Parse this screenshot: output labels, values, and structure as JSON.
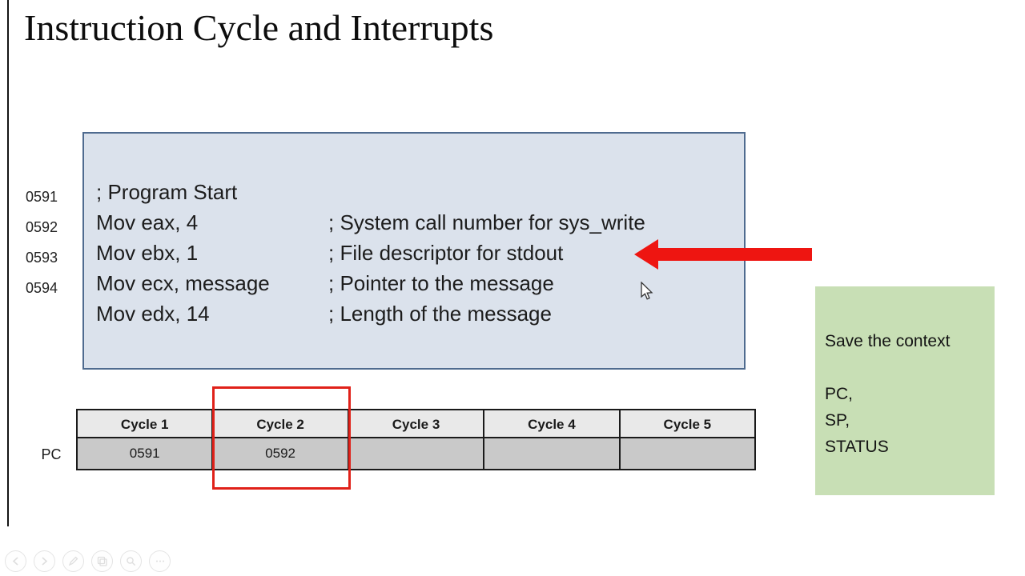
{
  "slide": {
    "title": "Instruction Cycle and Interrupts"
  },
  "code_block": {
    "lines": [
      {
        "addr": "",
        "instr": "; Program Start",
        "comment": ""
      },
      {
        "addr": "0591",
        "instr": "Mov eax, 4",
        "comment": "; System call number for sys_write"
      },
      {
        "addr": "0592",
        "instr": "Mov ebx, 1",
        "comment": "; File descriptor for stdout"
      },
      {
        "addr": "0593",
        "instr": "Mov ecx, message",
        "comment": "; Pointer to the message"
      },
      {
        "addr": "0594",
        "instr": "Mov edx, 14",
        "comment": "; Length of the message"
      }
    ]
  },
  "cycle_table": {
    "row_label": "PC",
    "headers": [
      "Cycle 1",
      "Cycle 2",
      "Cycle 3",
      "Cycle 4",
      "Cycle 5"
    ],
    "values": [
      "0591",
      "0592",
      "",
      "",
      ""
    ],
    "highlighted_column": "Cycle 2"
  },
  "context_note": {
    "title": "Save the context",
    "items": [
      "PC,",
      "SP,",
      "STATUS"
    ]
  },
  "annotations": {
    "red_arrow_points_to": "; File descriptor for stdout",
    "arrow_color": "#ee1511",
    "highlight_color": "#e02119"
  },
  "toolbar": {
    "icons": [
      "previous-slide",
      "next-slide",
      "pen",
      "slides-overview",
      "zoom",
      "more-options"
    ]
  },
  "colors": {
    "code_box_bg": "#dbe2ec",
    "code_box_border": "#4f6b8f",
    "table_header_bg": "#e9e9e9",
    "table_row_bg": "#c9c9c9",
    "context_note_bg": "#c8dfb5"
  }
}
